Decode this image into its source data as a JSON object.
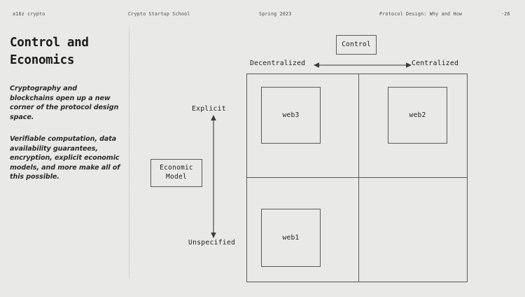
{
  "header": {
    "brand": "a16z crypto",
    "course": "Crypto Startup School",
    "term": "Spring 2023",
    "lecture": "Protocol Design: Why and How",
    "page": "·26"
  },
  "left_panel": {
    "title": "Control and Economics",
    "paragraphs": [
      "Cryptography and blockchains open up a new corner of the protocol design space.",
      "Verifiable computation, data availability guarantees, encryption, explicit economic models, and more make all of this possible."
    ]
  },
  "diagram": {
    "x_axis": {
      "tag": "Control",
      "left_label": "Decentralized",
      "right_label": "Centralized",
      "arrow": "double-headed-horizontal-arrow"
    },
    "y_axis": {
      "tag": "Economic\nModel",
      "top_label": "Explicit",
      "bottom_label": "Unspecified",
      "arrow": "double-headed-vertical-arrow"
    },
    "quadrants": [
      {
        "position": "top-left",
        "label": "web3"
      },
      {
        "position": "top-right",
        "label": "web2"
      },
      {
        "position": "bottom-left",
        "label": "web1"
      },
      {
        "position": "bottom-right",
        "label": ""
      }
    ]
  },
  "colors": {
    "background": "#e9e9e7",
    "ink": "#1e1e1e",
    "stroke": "#5a5a58",
    "muted_text": "#4a4a48",
    "divider": "#b9b9b5"
  }
}
